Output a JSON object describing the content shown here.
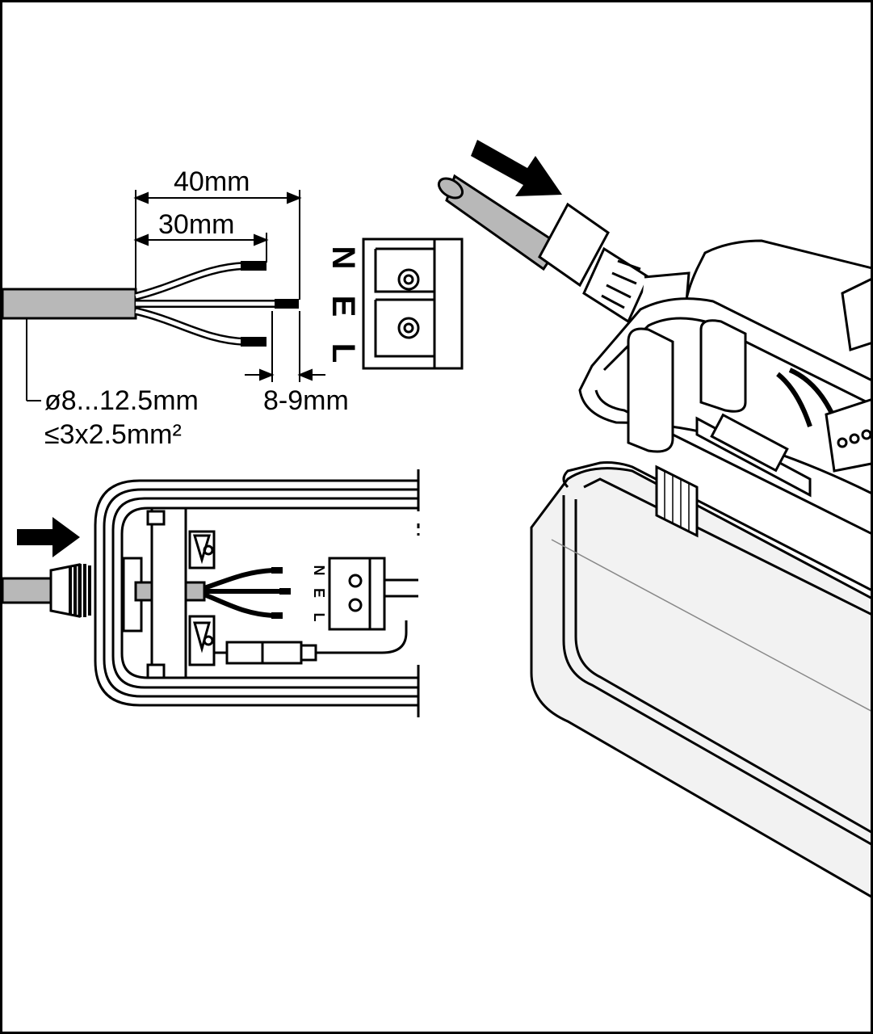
{
  "labels": {
    "strip_total": "40mm",
    "strip_partial": "30mm",
    "core_strip": "8-9mm",
    "cable_diameter": "ø8...12.5mm",
    "cable_cross_section": "≤3x2.5mm²"
  },
  "terminal_markings": [
    "N",
    "E",
    "L"
  ],
  "colors": {
    "line": "#000000",
    "cable_gray": "#b8b8b8",
    "housing_fill": "#f2f2f2"
  }
}
